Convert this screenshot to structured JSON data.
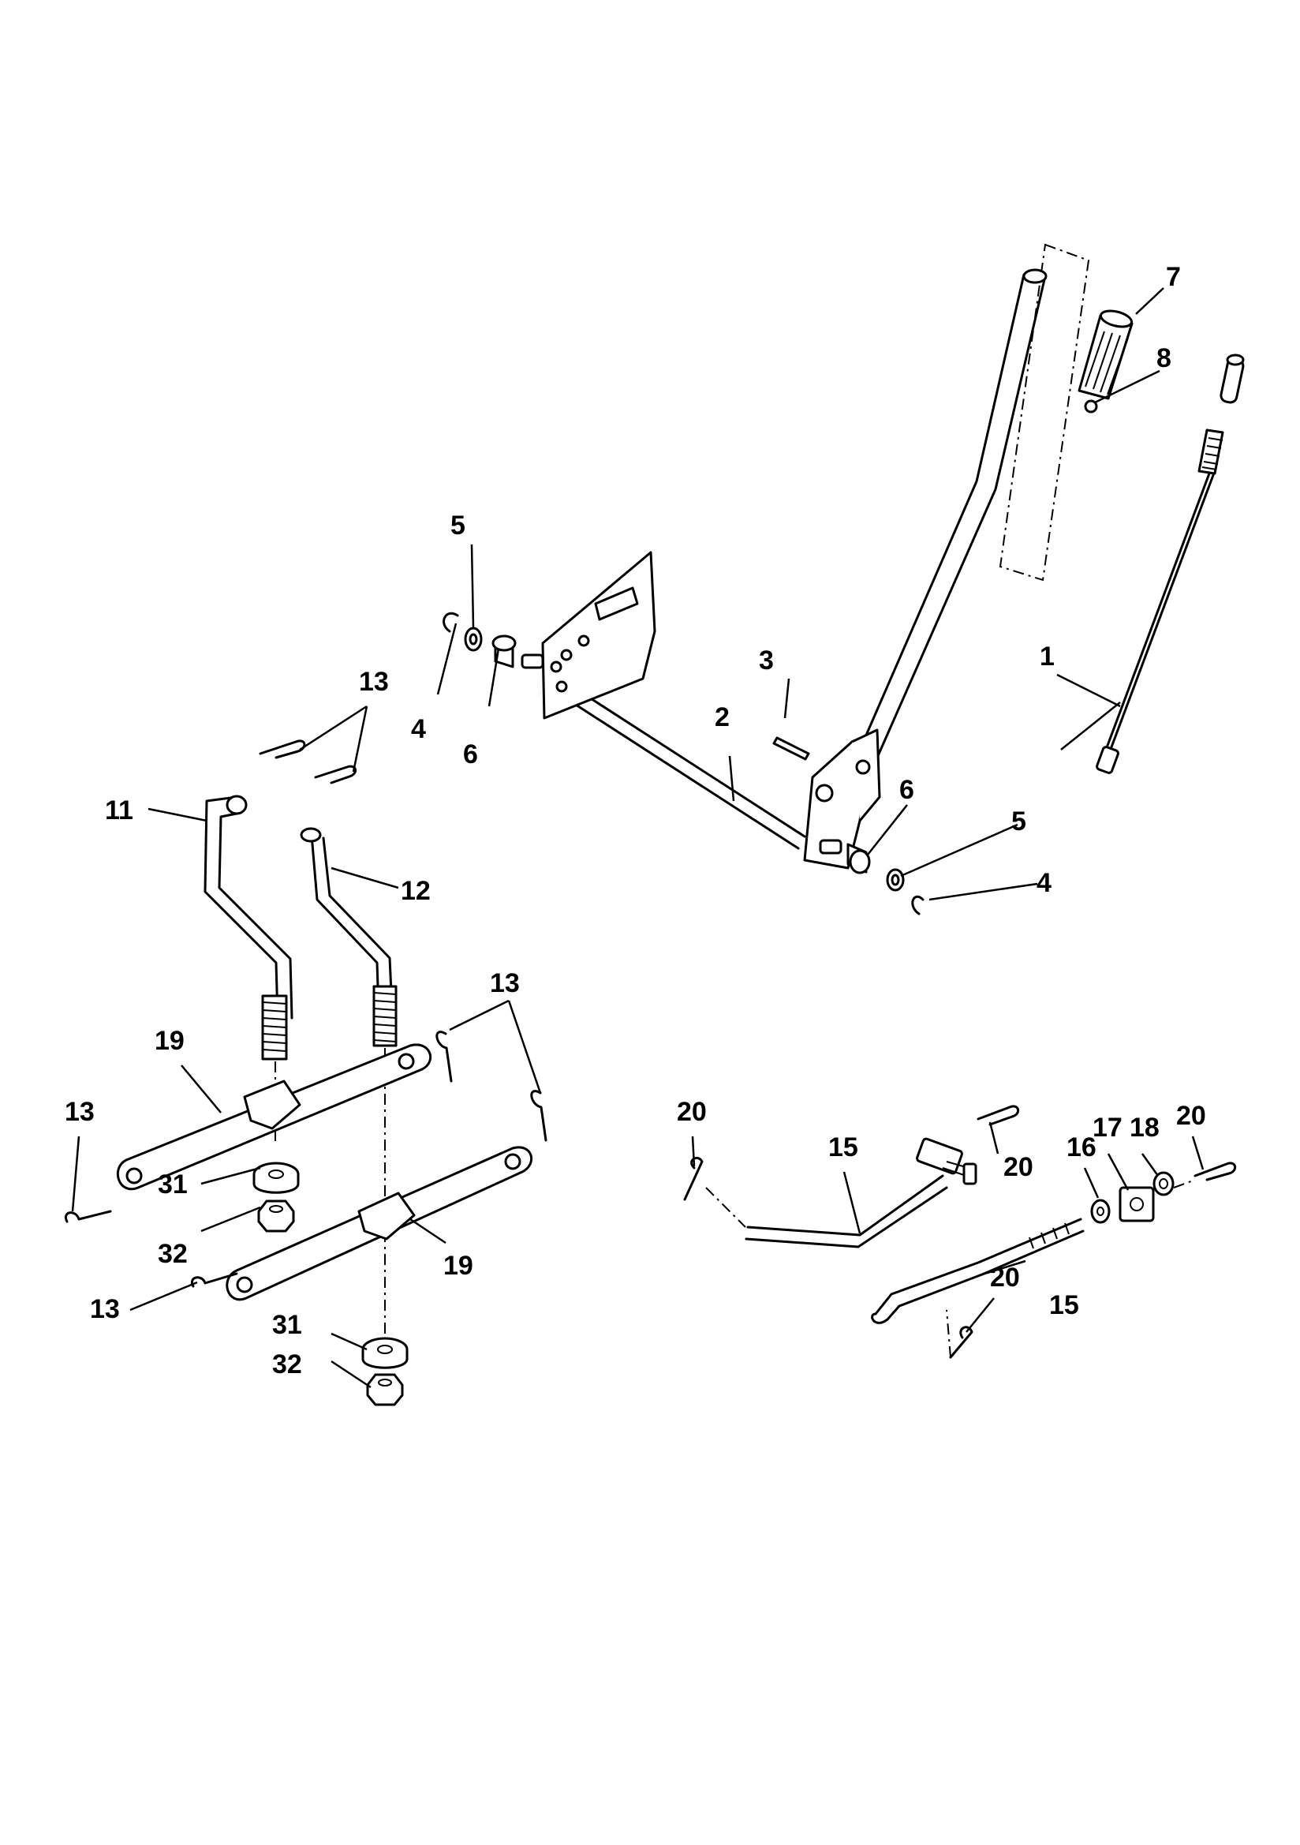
{
  "callouts": [
    {
      "id": "c1",
      "text": "1"
    },
    {
      "id": "c2",
      "text": "2"
    },
    {
      "id": "c3",
      "text": "3"
    },
    {
      "id": "c4a",
      "text": "4"
    },
    {
      "id": "c4b",
      "text": "4"
    },
    {
      "id": "c5a",
      "text": "5"
    },
    {
      "id": "c5b",
      "text": "5"
    },
    {
      "id": "c6a",
      "text": "6"
    },
    {
      "id": "c6b",
      "text": "6"
    },
    {
      "id": "c7",
      "text": "7"
    },
    {
      "id": "c8",
      "text": "8"
    },
    {
      "id": "c11",
      "text": "11"
    },
    {
      "id": "c12",
      "text": "12"
    },
    {
      "id": "c13a",
      "text": "13"
    },
    {
      "id": "c13b",
      "text": "13"
    },
    {
      "id": "c13c",
      "text": "13"
    },
    {
      "id": "c13d",
      "text": "13"
    },
    {
      "id": "c15a",
      "text": "15"
    },
    {
      "id": "c15b",
      "text": "15"
    },
    {
      "id": "c16",
      "text": "16"
    },
    {
      "id": "c17",
      "text": "17"
    },
    {
      "id": "c18",
      "text": "18"
    },
    {
      "id": "c19a",
      "text": "19"
    },
    {
      "id": "c19b",
      "text": "19"
    },
    {
      "id": "c20a",
      "text": "20"
    },
    {
      "id": "c20b",
      "text": "20"
    },
    {
      "id": "c20c",
      "text": "20"
    },
    {
      "id": "c20d",
      "text": "20"
    },
    {
      "id": "c31a",
      "text": "31"
    },
    {
      "id": "c31b",
      "text": "31"
    },
    {
      "id": "c32a",
      "text": "32"
    },
    {
      "id": "c32b",
      "text": "32"
    }
  ]
}
